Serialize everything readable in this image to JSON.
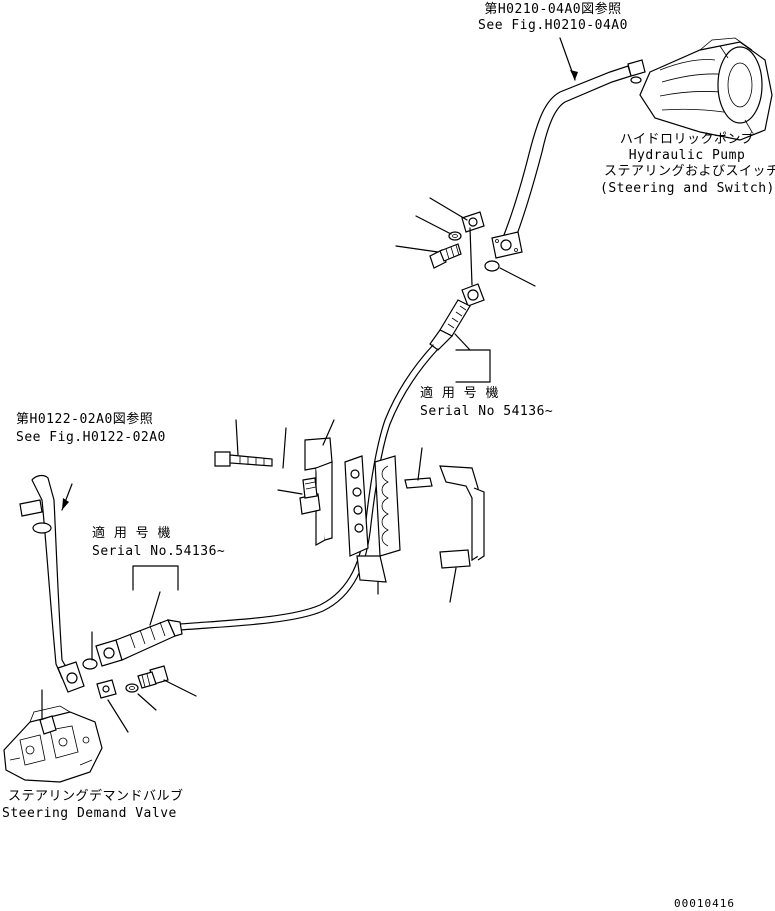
{
  "references": {
    "top": {
      "jp": "第H0210-04A0図参照",
      "en": "See Fig.H0210-04A0"
    },
    "left": {
      "jp": "第H0122-02A0図参照",
      "en": "See Fig.H0122-02A0"
    }
  },
  "components": {
    "pump": {
      "jp1": "ハイドロリックポンプ",
      "en1": "Hydraulic Pump",
      "jp2": "ステアリングおよびスイッチ",
      "en2": "(Steering and Switch)"
    },
    "valve": {
      "jp": "ステアリングデマンドバルブ",
      "en": "Steering Demand Valve"
    }
  },
  "serials": {
    "upper": {
      "jp": "適 用 号 機",
      "en": "Serial No 54136~"
    },
    "lower": {
      "jp": "適 用 号 機",
      "en": "Serial No.54136~"
    }
  },
  "drawing_number": "00010416"
}
